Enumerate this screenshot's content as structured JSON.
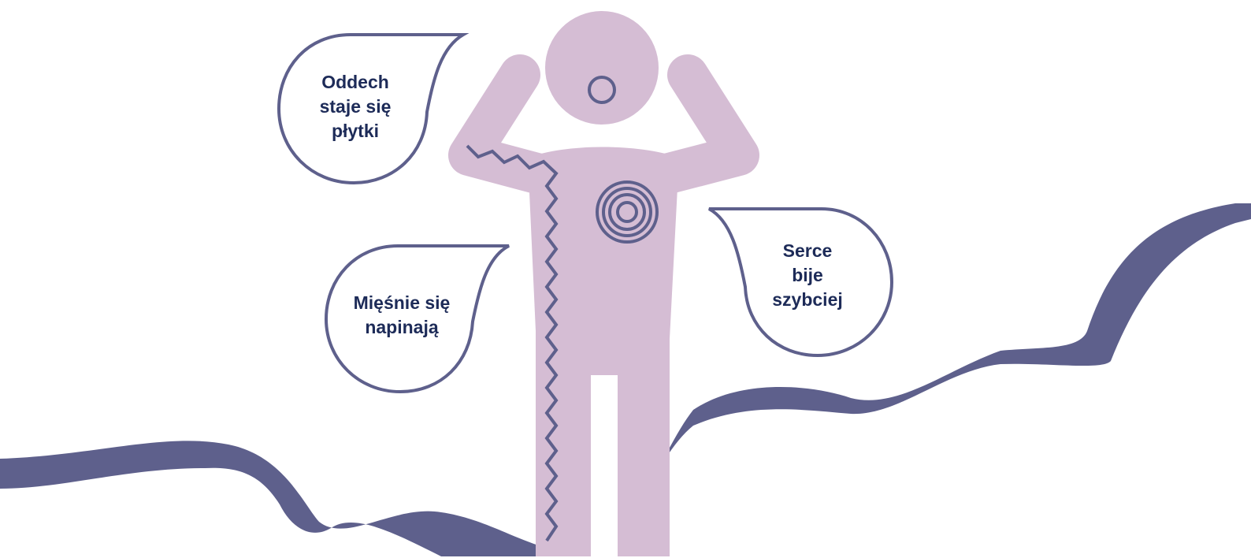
{
  "colors": {
    "background": "#ffffff",
    "wave": "#5e608c",
    "body": "#d5bdd4",
    "outline": "#5e608c",
    "text": "#1d2b58"
  },
  "callouts": {
    "breathing": {
      "line1": "Oddech",
      "line2": "staje się",
      "line3": "płytki"
    },
    "muscles": {
      "line1": "Mięśnie się",
      "line2": "napinają"
    },
    "heart": {
      "line1": "Serce",
      "line2": "bije",
      "line3": "szybciej"
    }
  },
  "icons": [
    "wave-ribbon",
    "stressed-person-figure",
    "breath-mouth-icon",
    "heartbeat-rings-icon",
    "muscle-tension-zigzag-icon"
  ]
}
